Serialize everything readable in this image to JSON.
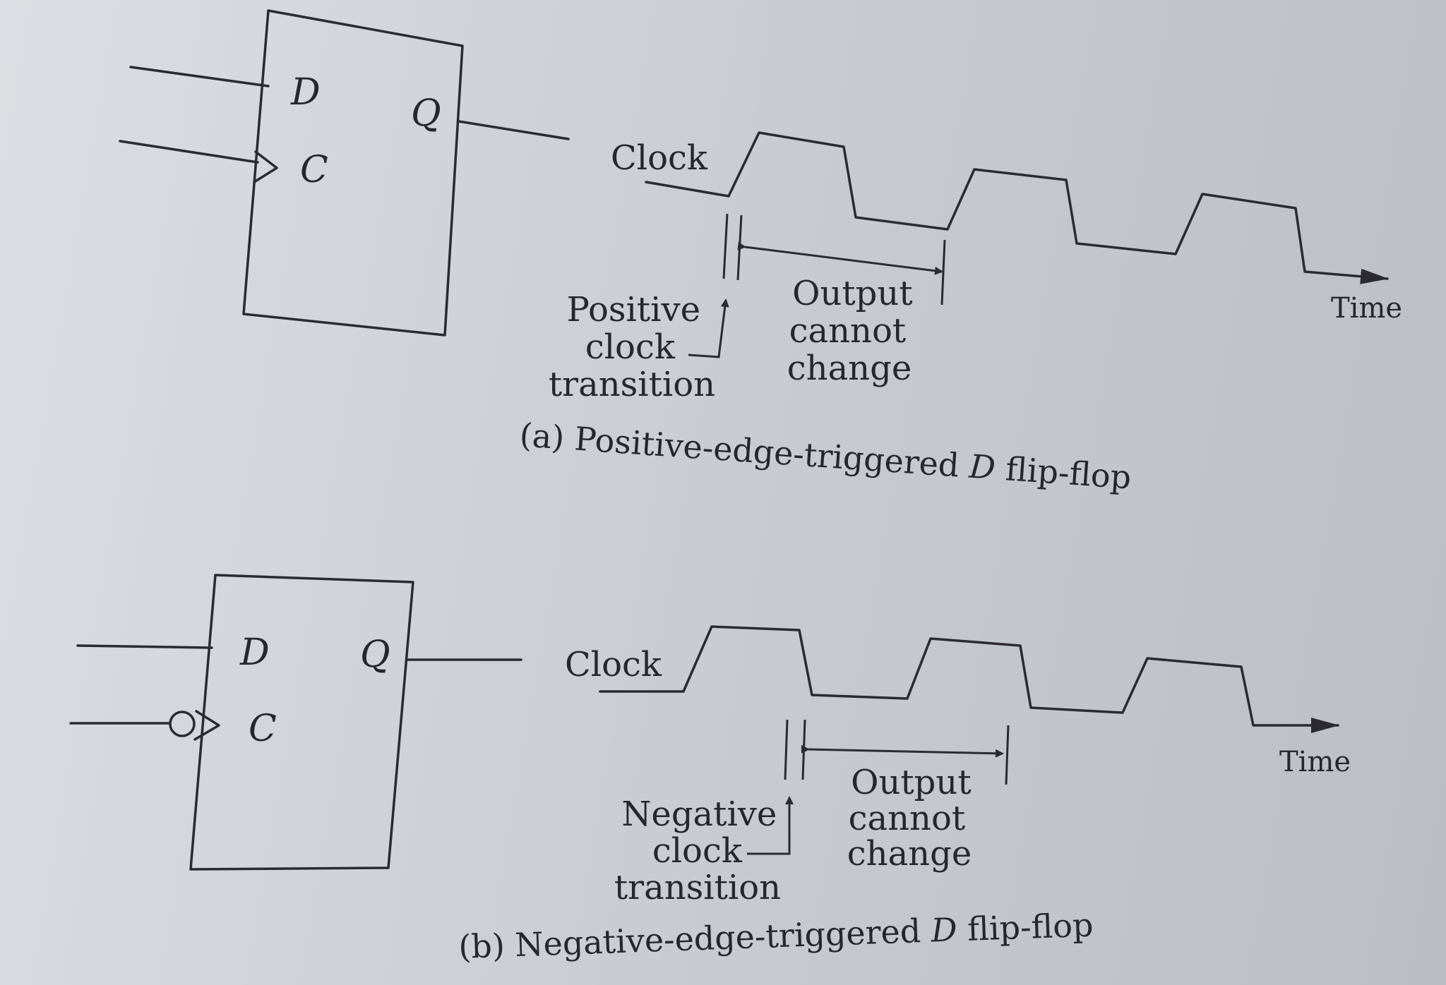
{
  "diagram_a": {
    "pin_d": "D",
    "pin_c": "C",
    "pin_q": "Q",
    "clock_label": "Clock",
    "time_label": "Time",
    "transition_lines": [
      "Positive",
      "clock",
      "transition"
    ],
    "output_lines": [
      "Output",
      "cannot",
      "change"
    ],
    "caption_prefix": "(a) Positive-edge-triggered ",
    "caption_italic": "D",
    "caption_suffix": " flip-flop"
  },
  "diagram_b": {
    "pin_d": "D",
    "pin_c": "C",
    "pin_q": "Q",
    "clock_label": "Clock",
    "time_label": "Time",
    "transition_lines": [
      "Negative",
      "clock",
      "transition"
    ],
    "output_lines": [
      "Output",
      "cannot",
      "change"
    ],
    "caption_prefix": "(b) Negative-edge-triggered ",
    "caption_italic": "D",
    "caption_suffix": " flip-flop"
  }
}
